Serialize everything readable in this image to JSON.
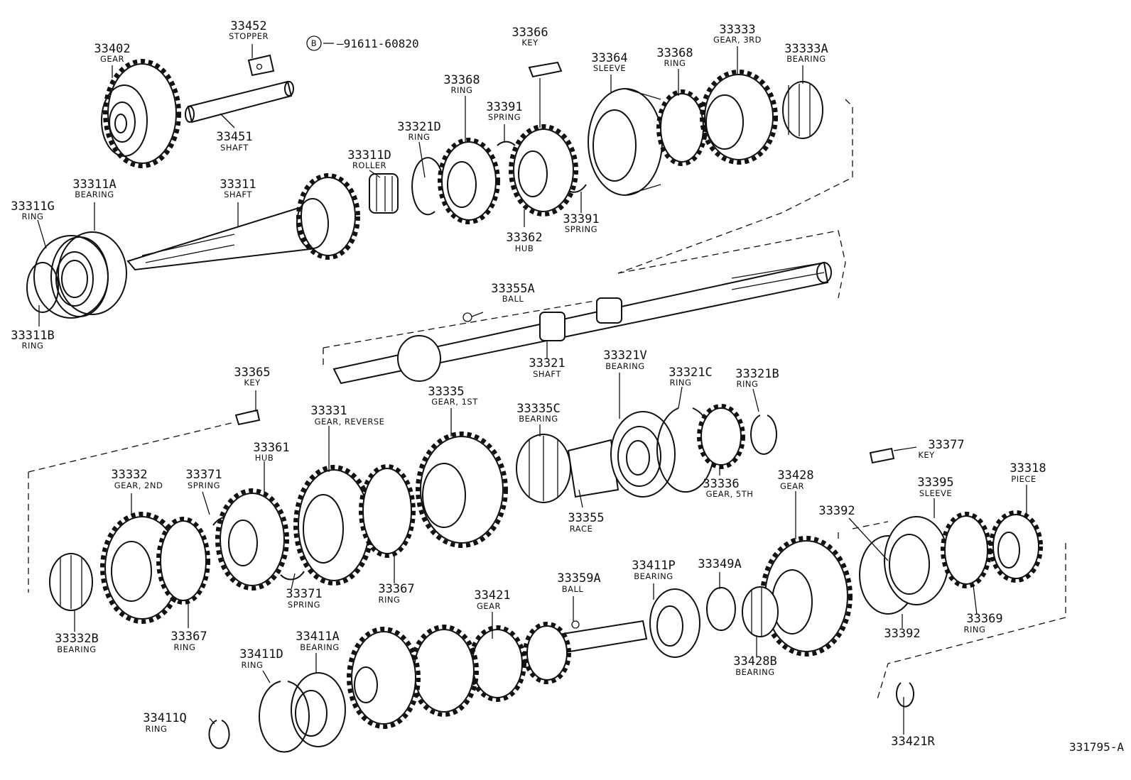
{
  "diagram_id": "331795-A",
  "bolt_ref": {
    "symbol": "B",
    "number": "91611-60820"
  },
  "parts": [
    {
      "id": "33402",
      "desc": "GEAR"
    },
    {
      "id": "33452",
      "desc": "STOPPER"
    },
    {
      "id": "33451",
      "desc": "SHAFT"
    },
    {
      "id": "33311A",
      "desc": "BEARING"
    },
    {
      "id": "33311G",
      "desc": "RING"
    },
    {
      "id": "33311B",
      "desc": "RING"
    },
    {
      "id": "33311",
      "desc": "SHAFT"
    },
    {
      "id": "33311D",
      "desc": "ROLLER"
    },
    {
      "id": "33321D",
      "desc": "RING"
    },
    {
      "id": "33368",
      "desc": "RING"
    },
    {
      "id": "33391",
      "desc": "SPRING"
    },
    {
      "id": "33366",
      "desc": "KEY"
    },
    {
      "id": "33362",
      "desc": "HUB"
    },
    {
      "id": "33391",
      "desc": "SPRING"
    },
    {
      "id": "33364",
      "desc": "SLEEVE"
    },
    {
      "id": "33368",
      "desc": "RING"
    },
    {
      "id": "33333",
      "desc": "GEAR, 3RD"
    },
    {
      "id": "33333A",
      "desc": "BEARING"
    },
    {
      "id": "33355A",
      "desc": "BALL"
    },
    {
      "id": "33321",
      "desc": "SHAFT"
    },
    {
      "id": "33365",
      "desc": "KEY"
    },
    {
      "id": "33361",
      "desc": "HUB"
    },
    {
      "id": "33331",
      "desc": "GEAR, REVERSE"
    },
    {
      "id": "33335",
      "desc": "GEAR, 1ST"
    },
    {
      "id": "33335C",
      "desc": "BEARING"
    },
    {
      "id": "33321V",
      "desc": "BEARING"
    },
    {
      "id": "33321C",
      "desc": "RING"
    },
    {
      "id": "33321B",
      "desc": "RING"
    },
    {
      "id": "33336",
      "desc": "GEAR, 5TH"
    },
    {
      "id": "33355",
      "desc": "RACE"
    },
    {
      "id": "33332",
      "desc": "GEAR, 2ND"
    },
    {
      "id": "33371",
      "desc": "SPRING"
    },
    {
      "id": "33371",
      "desc": "SPRING"
    },
    {
      "id": "33367",
      "desc": "RING"
    },
    {
      "id": "33367",
      "desc": "RING"
    },
    {
      "id": "33332B",
      "desc": "BEARING"
    },
    {
      "id": "33377",
      "desc": "KEY"
    },
    {
      "id": "33318",
      "desc": "PIECE"
    },
    {
      "id": "33395",
      "desc": "SLEEVE"
    },
    {
      "id": "33428",
      "desc": "GEAR"
    },
    {
      "id": "33392",
      "desc": ""
    },
    {
      "id": "33392",
      "desc": ""
    },
    {
      "id": "33369",
      "desc": "RING"
    },
    {
      "id": "33349A",
      "desc": ""
    },
    {
      "id": "33411P",
      "desc": "BEARING"
    },
    {
      "id": "33359A",
      "desc": "BALL"
    },
    {
      "id": "33421",
      "desc": "GEAR"
    },
    {
      "id": "33428B",
      "desc": "BEARING"
    },
    {
      "id": "33411A",
      "desc": "BEARING"
    },
    {
      "id": "33411D",
      "desc": "RING"
    },
    {
      "id": "33411Q",
      "desc": "RING"
    },
    {
      "id": "33421R",
      "desc": ""
    }
  ]
}
